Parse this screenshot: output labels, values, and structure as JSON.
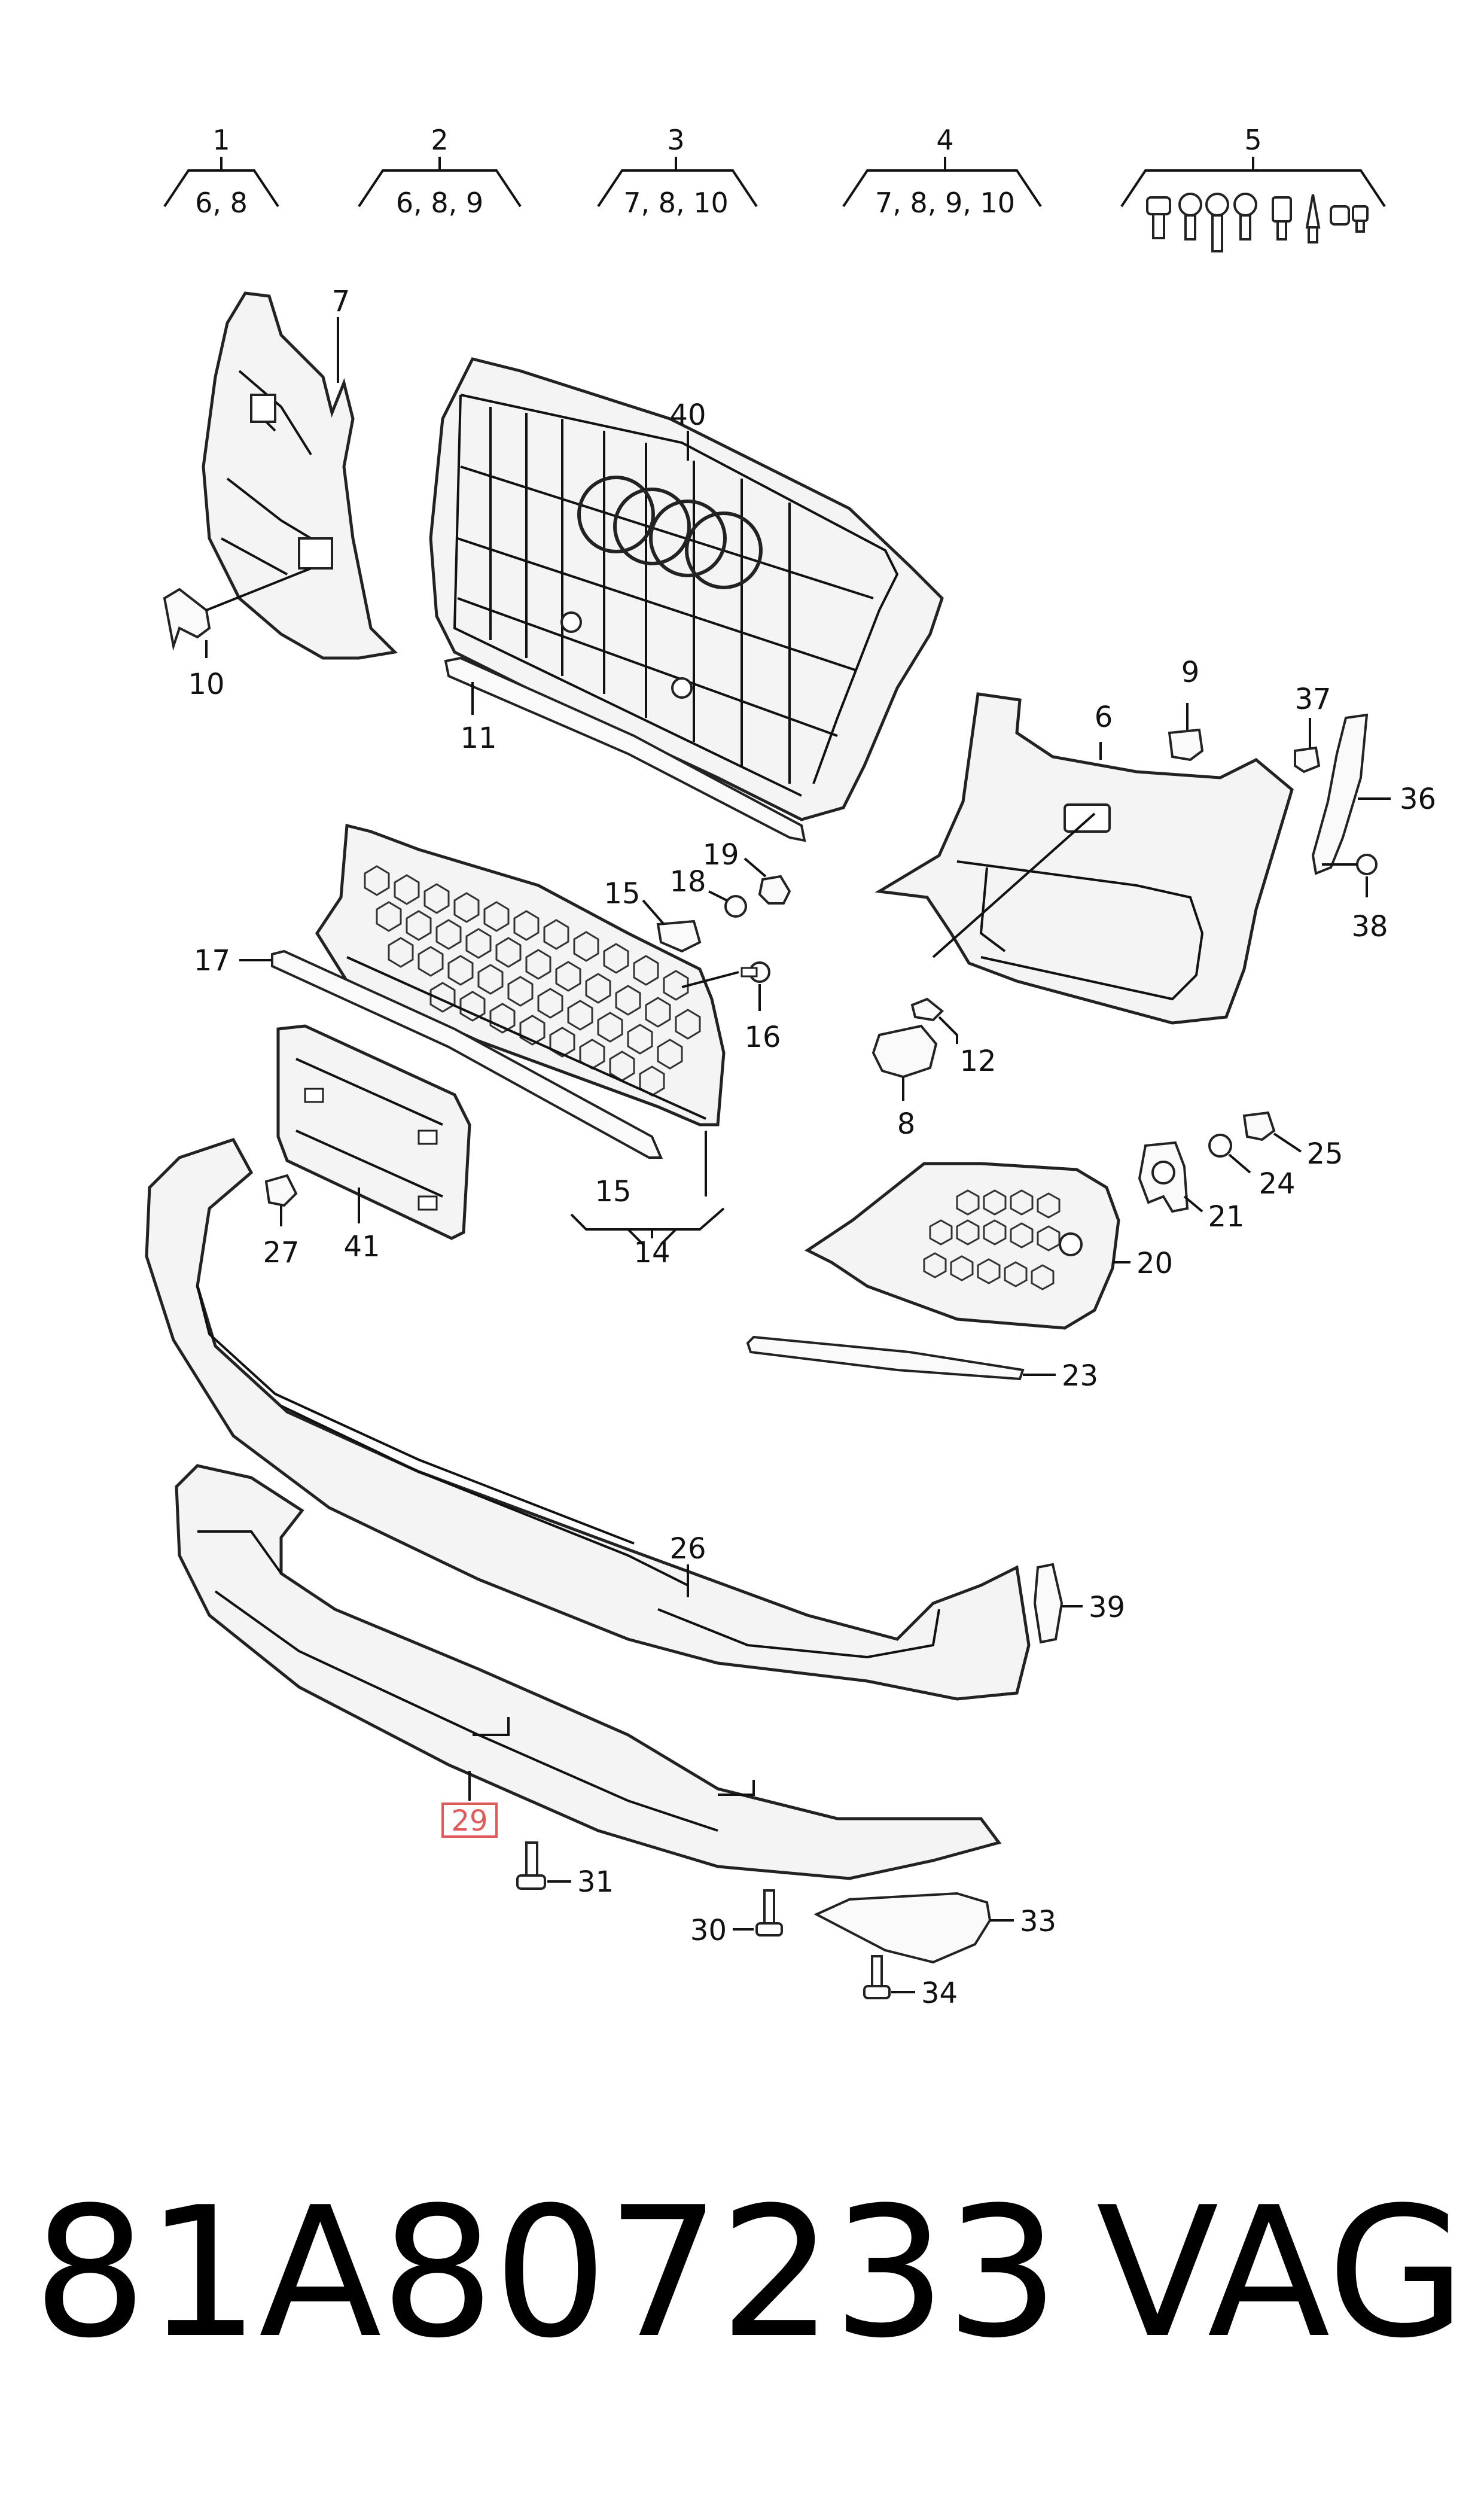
{
  "groups": [
    {
      "num": "1",
      "sub": "6, 8"
    },
    {
      "num": "2",
      "sub": "6, 8, 9"
    },
    {
      "num": "3",
      "sub": "7, 8, 10"
    },
    {
      "num": "4",
      "sub": "7, 8, 9, 10"
    },
    {
      "num": "5",
      "sub": ""
    }
  ],
  "labels": {
    "p7": "7",
    "p40": "40",
    "p10": "10",
    "p11": "11",
    "p9": "9",
    "p37": "37",
    "p6": "6",
    "p36": "36",
    "p19": "19",
    "p18": "18",
    "p15a": "15",
    "p38": "38",
    "p17": "17",
    "p16": "16",
    "p12": "12",
    "p8": "8",
    "p25": "25",
    "p24": "24",
    "p21": "21",
    "p15b": "15",
    "p14": "14",
    "p27": "27",
    "p41": "41",
    "p20": "20",
    "p23": "23",
    "p26": "26",
    "p39": "39",
    "p29": "29",
    "p31": "31",
    "p30": "30",
    "p33": "33",
    "p34": "34"
  },
  "footer": {
    "part_number": "81A807233",
    "brand": "VAG"
  },
  "colors": {
    "highlight_box": "#e05a5a"
  }
}
